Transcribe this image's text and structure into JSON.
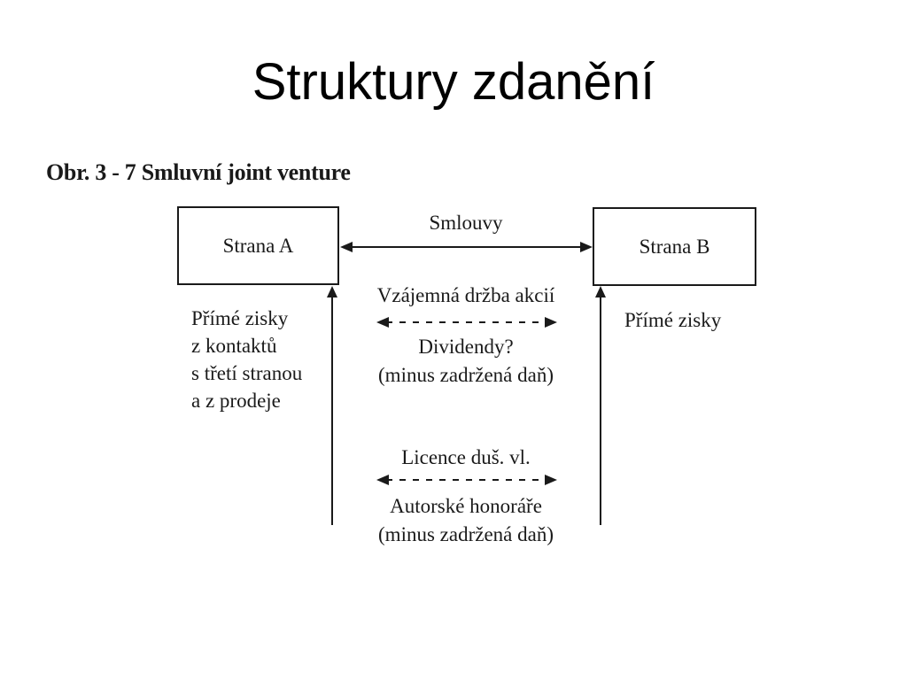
{
  "slide": {
    "title": "Struktury zdanění"
  },
  "figure": {
    "caption": "Obr. 3 - 7 Smluvní joint venture",
    "party_a": "Strana A",
    "party_b": "Strana B",
    "contracts_label": "Smlouvy",
    "a_profits_lines": [
      "Přímé zisky",
      "z kontaktů",
      "s třetí stranou",
      "a z prodeje"
    ],
    "b_profits": "Přímé zisky",
    "mutual_holding": "Vzájemná držba akcií",
    "dividends": "Dividendy?",
    "dividends_note": "(minus zadržená daň)",
    "license": "Licence duš. vl.",
    "royalties": "Autorské honoráře",
    "royalties_note": "(minus zadržená daň)"
  }
}
